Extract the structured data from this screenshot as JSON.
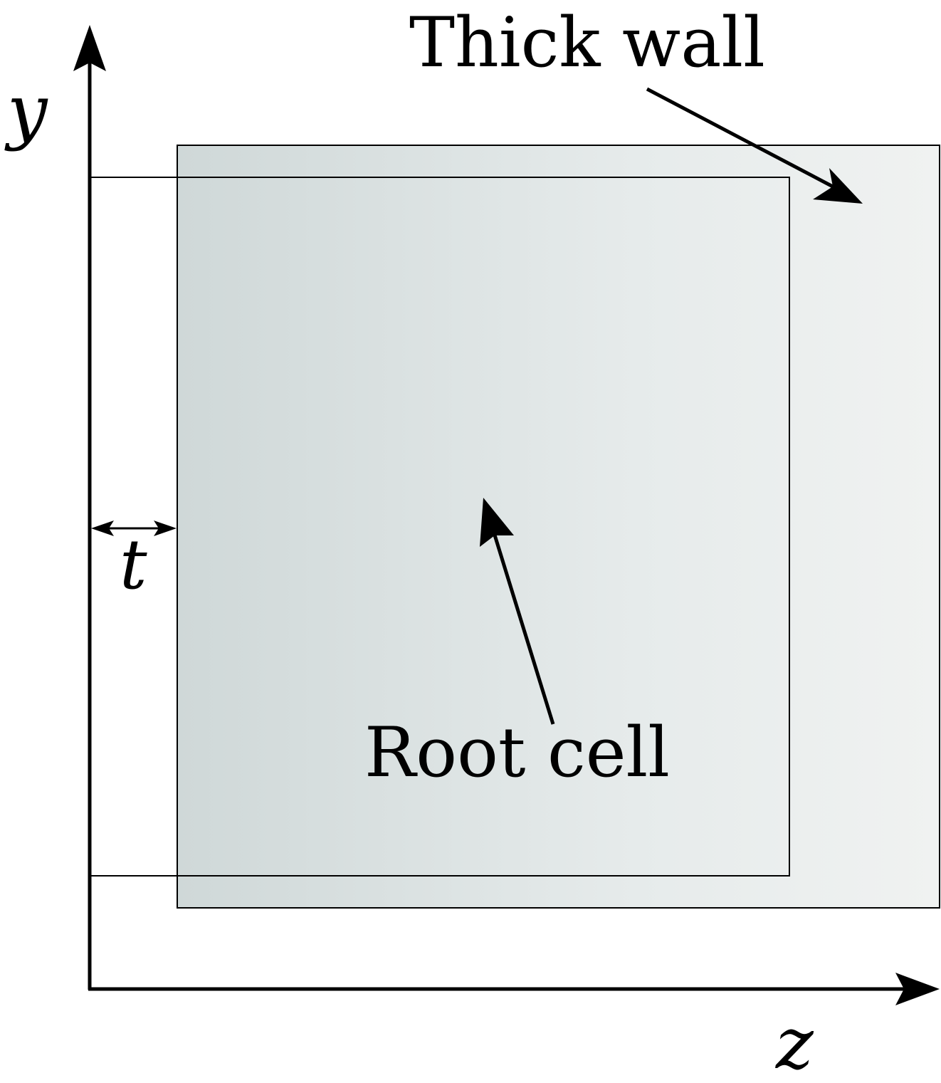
{
  "labels": {
    "thick_wall": "Thick wall",
    "root_cell": "Root cell",
    "y_axis": "y",
    "z_axis": "z",
    "thickness": "t"
  },
  "colors": {
    "stroke": "#000000",
    "gradient_start": "#cfd8d8",
    "gradient_mid": "#e6ebeb",
    "gradient_end": "#f0f2f1",
    "background": "#ffffff"
  }
}
